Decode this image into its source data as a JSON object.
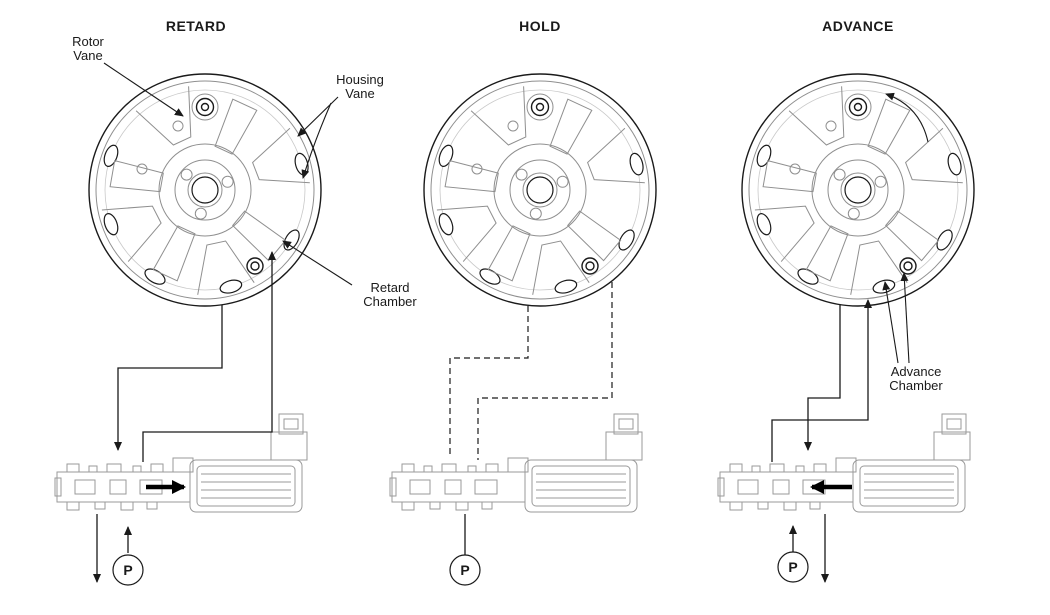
{
  "titles": {
    "retard": "RETARD",
    "hold": "HOLD",
    "advance": "ADVANCE"
  },
  "labels": {
    "rotor_vane": [
      "Rotor",
      "Vane"
    ],
    "housing_vane": [
      "Housing",
      "Vane"
    ],
    "retard_chamber": [
      "Retard",
      "Chamber"
    ],
    "advance_chamber": [
      "Advance",
      "Chamber"
    ],
    "pump": "P"
  },
  "colors": {
    "ink": "#1a1a1a",
    "detail_gray": "#8f8f8f",
    "valve_gray": "#9a9a9a",
    "background": "#ffffff"
  }
}
